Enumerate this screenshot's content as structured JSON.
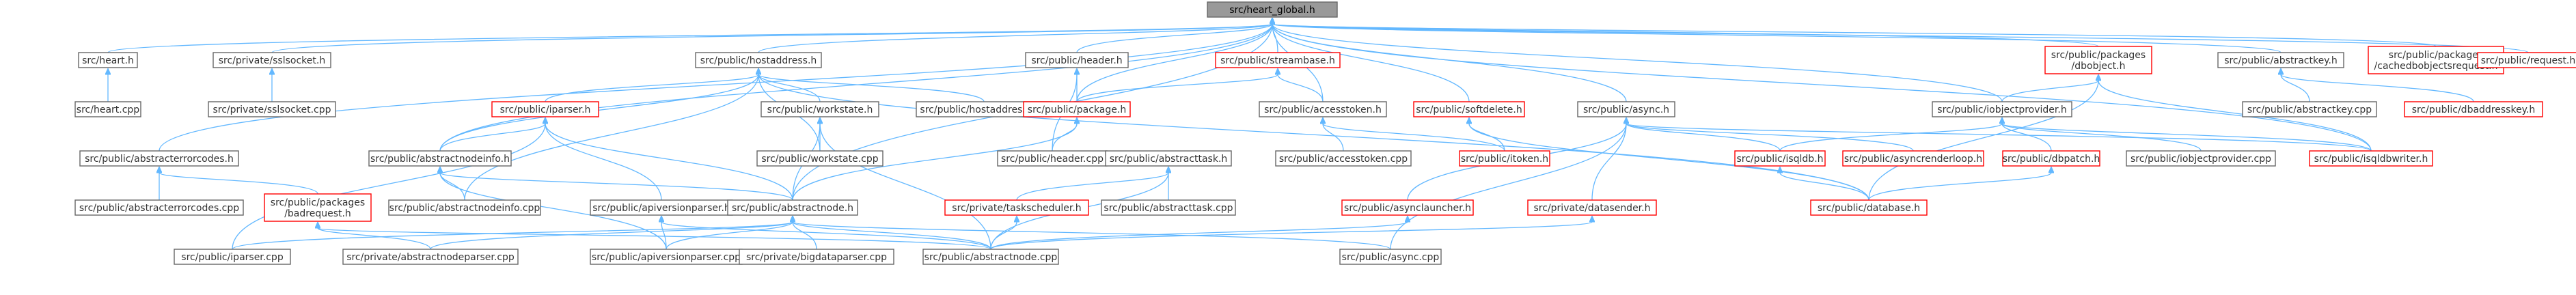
{
  "colors": {
    "edge": "#63b8ff",
    "normal_border": "#666666",
    "normal_fill": "#ffffff",
    "normal_text": "#333333",
    "missing_border": "#ff0000",
    "missing_fill": "#ffffff",
    "missing_text": "#333333",
    "root_border": "#666666",
    "root_fill": "#999999",
    "root_text": "#000000"
  },
  "nodes": [
    {
      "id": "heart_global",
      "label": [
        "src/heart_global.h"
      ],
      "kind": "root"
    },
    {
      "id": "heart",
      "label": [
        "src/heart.h"
      ],
      "kind": "normal"
    },
    {
      "id": "sslsocket_h",
      "label": [
        "src/private/sslsocket.h"
      ],
      "kind": "normal"
    },
    {
      "id": "hostaddress_h",
      "label": [
        "src/public/hostaddress.h"
      ],
      "kind": "normal"
    },
    {
      "id": "header_h",
      "label": [
        "src/public/header.h"
      ],
      "kind": "normal"
    },
    {
      "id": "streambase_h",
      "label": [
        "src/public/streambase.h"
      ],
      "kind": "missing"
    },
    {
      "id": "dbobject_h",
      "label": [
        "src/public/packages",
        "/dbobject.h"
      ],
      "kind": "missing"
    },
    {
      "id": "abstractkey_h",
      "label": [
        "src/public/abstractkey.h"
      ],
      "kind": "normal"
    },
    {
      "id": "cachedrequest_h",
      "label": [
        "src/public/packages",
        "/cachedbobjectsrequest.h"
      ],
      "kind": "missing"
    },
    {
      "id": "request_h",
      "label": [
        "src/public/request.h"
      ],
      "kind": "missing"
    },
    {
      "id": "heart_cpp",
      "label": [
        "src/heart.cpp"
      ],
      "kind": "normal"
    },
    {
      "id": "sslsocket_cpp",
      "label": [
        "src/private/sslsocket.cpp"
      ],
      "kind": "normal"
    },
    {
      "id": "iparser_h",
      "label": [
        "src/public/iparser.h"
      ],
      "kind": "missing"
    },
    {
      "id": "workstate_h",
      "label": [
        "src/public/workstate.h"
      ],
      "kind": "normal"
    },
    {
      "id": "hostaddress_cpp",
      "label": [
        "src/public/hostaddress.cpp"
      ],
      "kind": "normal"
    },
    {
      "id": "package_h",
      "label": [
        "src/public/package.h"
      ],
      "kind": "missing"
    },
    {
      "id": "accesstoken_h",
      "label": [
        "src/public/accesstoken.h"
      ],
      "kind": "normal"
    },
    {
      "id": "softdelete_h",
      "label": [
        "src/public/softdelete.h"
      ],
      "kind": "missing"
    },
    {
      "id": "async_h",
      "label": [
        "src/public/async.h"
      ],
      "kind": "normal"
    },
    {
      "id": "iobjectprovider_h",
      "label": [
        "src/public/iobjectprovider.h"
      ],
      "kind": "normal"
    },
    {
      "id": "abstractkey_cpp",
      "label": [
        "src/public/abstractkey.cpp"
      ],
      "kind": "normal"
    },
    {
      "id": "dbaddresskey_h",
      "label": [
        "src/public/dbaddresskey.h"
      ],
      "kind": "missing"
    },
    {
      "id": "abstracterrorcodes_h",
      "label": [
        "src/public/abstracterrorcodes.h"
      ],
      "kind": "normal"
    },
    {
      "id": "abstractnodeinfo_h",
      "label": [
        "src/public/abstractnodeinfo.h"
      ],
      "kind": "normal"
    },
    {
      "id": "workstate_cpp",
      "label": [
        "src/public/workstate.cpp"
      ],
      "kind": "normal"
    },
    {
      "id": "header_cpp",
      "label": [
        "src/public/header.cpp"
      ],
      "kind": "normal"
    },
    {
      "id": "abstracttask_h",
      "label": [
        "src/public/abstracttask.h"
      ],
      "kind": "normal"
    },
    {
      "id": "accesstoken_cpp",
      "label": [
        "src/public/accesstoken.cpp"
      ],
      "kind": "normal"
    },
    {
      "id": "itoken_h",
      "label": [
        "src/public/itoken.h"
      ],
      "kind": "missing"
    },
    {
      "id": "isqldb_h",
      "label": [
        "src/public/isqldb.h"
      ],
      "kind": "missing"
    },
    {
      "id": "asyncrenderloop_h",
      "label": [
        "src/public/asyncrenderloop.h"
      ],
      "kind": "missing"
    },
    {
      "id": "dbpatch_h",
      "label": [
        "src/public/dbpatch.h"
      ],
      "kind": "missing"
    },
    {
      "id": "iobjectprovider_cpp",
      "label": [
        "src/public/iobjectprovider.cpp"
      ],
      "kind": "normal"
    },
    {
      "id": "isqldbwriter_h",
      "label": [
        "src/public/isqldbwriter.h"
      ],
      "kind": "missing"
    },
    {
      "id": "abstracterrorcodes_cpp",
      "label": [
        "src/public/abstracterrorcodes.cpp"
      ],
      "kind": "normal"
    },
    {
      "id": "badrequest_h",
      "label": [
        "src/public/packages",
        "/badrequest.h"
      ],
      "kind": "missing"
    },
    {
      "id": "abstractnodeinfo_cpp",
      "label": [
        "src/public/abstractnodeinfo.cpp"
      ],
      "kind": "normal"
    },
    {
      "id": "apiversionparser_h",
      "label": [
        "src/public/apiversionparser.h"
      ],
      "kind": "normal"
    },
    {
      "id": "abstractnode_h",
      "label": [
        "src/public/abstractnode.h"
      ],
      "kind": "normal"
    },
    {
      "id": "taskscheduler_h",
      "label": [
        "src/private/taskscheduler.h"
      ],
      "kind": "missing"
    },
    {
      "id": "abstracttask_cpp",
      "label": [
        "src/public/abstracttask.cpp"
      ],
      "kind": "normal"
    },
    {
      "id": "asynclauncher_h",
      "label": [
        "src/public/asynclauncher.h"
      ],
      "kind": "missing"
    },
    {
      "id": "datasender_h",
      "label": [
        "src/private/datasender.h"
      ],
      "kind": "missing"
    },
    {
      "id": "database_h",
      "label": [
        "src/public/database.h"
      ],
      "kind": "missing"
    },
    {
      "id": "iparser_cpp",
      "label": [
        "src/public/iparser.cpp"
      ],
      "kind": "normal"
    },
    {
      "id": "abstractnodeparser_cpp",
      "label": [
        "src/private/abstractnodeparser.cpp"
      ],
      "kind": "normal"
    },
    {
      "id": "apiversionparser_cpp",
      "label": [
        "src/public/apiversionparser.cpp"
      ],
      "kind": "normal"
    },
    {
      "id": "bigdataparser_cpp",
      "label": [
        "src/private/bigdataparser.cpp"
      ],
      "kind": "normal"
    },
    {
      "id": "abstractnode_cpp",
      "label": [
        "src/public/abstractnode.cpp"
      ],
      "kind": "normal"
    },
    {
      "id": "async_cpp",
      "label": [
        "src/public/async.cpp"
      ],
      "kind": "normal"
    }
  ],
  "edges": [
    [
      "heart_global",
      "heart"
    ],
    [
      "heart_global",
      "sslsocket_h"
    ],
    [
      "heart_global",
      "hostaddress_h"
    ],
    [
      "heart_global",
      "header_h"
    ],
    [
      "heart_global",
      "streambase_h"
    ],
    [
      "heart_global",
      "dbobject_h"
    ],
    [
      "heart_global",
      "abstractkey_h"
    ],
    [
      "heart_global",
      "cachedrequest_h"
    ],
    [
      "heart_global",
      "request_h"
    ],
    [
      "heart_global",
      "package_h"
    ],
    [
      "heart_global",
      "accesstoken_h"
    ],
    [
      "heart_global",
      "softdelete_h"
    ],
    [
      "heart_global",
      "async_h"
    ],
    [
      "heart_global",
      "iobjectprovider_h"
    ],
    [
      "heart_global",
      "abstracterrorcodes_h"
    ],
    [
      "heart_global",
      "abstractnodeinfo_h"
    ],
    [
      "heart_global",
      "abstractnode_h"
    ],
    [
      "heart_global",
      "isqldbwriter_h"
    ],
    [
      "heart",
      "heart_cpp"
    ],
    [
      "sslsocket_h",
      "sslsocket_cpp"
    ],
    [
      "hostaddress_h",
      "iparser_h"
    ],
    [
      "hostaddress_h",
      "workstate_h"
    ],
    [
      "hostaddress_h",
      "hostaddress_cpp"
    ],
    [
      "hostaddress_h",
      "abstractnodeinfo_h"
    ],
    [
      "hostaddress_h",
      "workstate_cpp"
    ],
    [
      "hostaddress_h",
      "abstractnodeinfo_cpp"
    ],
    [
      "hostaddress_h",
      "database_h"
    ],
    [
      "header_h",
      "package_h"
    ],
    [
      "header_h",
      "header_cpp"
    ],
    [
      "streambase_h",
      "package_h"
    ],
    [
      "streambase_h",
      "accesstoken_h"
    ],
    [
      "dbobject_h",
      "iobjectprovider_h"
    ],
    [
      "dbobject_h",
      "isqldbwriter_h"
    ],
    [
      "dbobject_h",
      "database_h"
    ],
    [
      "abstractkey_h",
      "abstractkey_cpp"
    ],
    [
      "abstractkey_h",
      "dbaddresskey_h"
    ],
    [
      "iparser_h",
      "abstractnodeinfo_h"
    ],
    [
      "iparser_h",
      "apiversionparser_h"
    ],
    [
      "iparser_h",
      "abstractnode_h"
    ],
    [
      "iparser_h",
      "iparser_cpp"
    ],
    [
      "workstate_h",
      "workstate_cpp"
    ],
    [
      "workstate_h",
      "abstractnode_h"
    ],
    [
      "workstate_h",
      "abstractnode_cpp"
    ],
    [
      "package_h",
      "header_cpp"
    ],
    [
      "package_h",
      "abstractnode_h"
    ],
    [
      "accesstoken_h",
      "accesstoken_cpp"
    ],
    [
      "accesstoken_h",
      "itoken_h"
    ],
    [
      "softdelete_h",
      "itoken_h"
    ],
    [
      "softdelete_h",
      "database_h"
    ],
    [
      "async_h",
      "asynclauncher_h"
    ],
    [
      "async_h",
      "datasender_h"
    ],
    [
      "async_h",
      "isqldb_h"
    ],
    [
      "async_h",
      "asyncrenderloop_h"
    ],
    [
      "async_h",
      "async_cpp"
    ],
    [
      "async_h",
      "isqldbwriter_h"
    ],
    [
      "iobjectprovider_h",
      "isqldb_h"
    ],
    [
      "iobjectprovider_h",
      "dbpatch_h"
    ],
    [
      "iobjectprovider_h",
      "iobjectprovider_cpp"
    ],
    [
      "iobjectprovider_h",
      "isqldbwriter_h"
    ],
    [
      "abstracterrorcodes_h",
      "abstracterrorcodes_cpp"
    ],
    [
      "abstracterrorcodes_h",
      "badrequest_h"
    ],
    [
      "abstractnodeinfo_h",
      "abstractnodeinfo_cpp"
    ],
    [
      "abstractnodeinfo_h",
      "abstractnode_h"
    ],
    [
      "abstractnodeinfo_h",
      "apiversionparser_cpp"
    ],
    [
      "abstracttask_h",
      "taskscheduler_h"
    ],
    [
      "abstracttask_h",
      "abstracttask_cpp"
    ],
    [
      "abstracttask_h",
      "abstractnode_cpp"
    ],
    [
      "isqldb_h",
      "database_h"
    ],
    [
      "dbpatch_h",
      "database_h"
    ],
    [
      "badrequest_h",
      "abstractnodeparser_cpp"
    ],
    [
      "badrequest_h",
      "abstractnode_cpp"
    ],
    [
      "apiversionparser_h",
      "apiversionparser_cpp"
    ],
    [
      "apiversionparser_h",
      "abstractnode_cpp"
    ],
    [
      "abstractnode_h",
      "iparser_cpp"
    ],
    [
      "abstractnode_h",
      "abstractnodeparser_cpp"
    ],
    [
      "abstractnode_h",
      "apiversionparser_cpp"
    ],
    [
      "abstractnode_h",
      "bigdataparser_cpp"
    ],
    [
      "abstractnode_h",
      "abstractnode_cpp"
    ],
    [
      "abstractnode_h",
      "async_cpp"
    ],
    [
      "taskscheduler_h",
      "abstractnode_cpp"
    ],
    [
      "asynclauncher_h",
      "abstractnode_cpp"
    ],
    [
      "datasender_h",
      "abstractnode_cpp"
    ]
  ]
}
